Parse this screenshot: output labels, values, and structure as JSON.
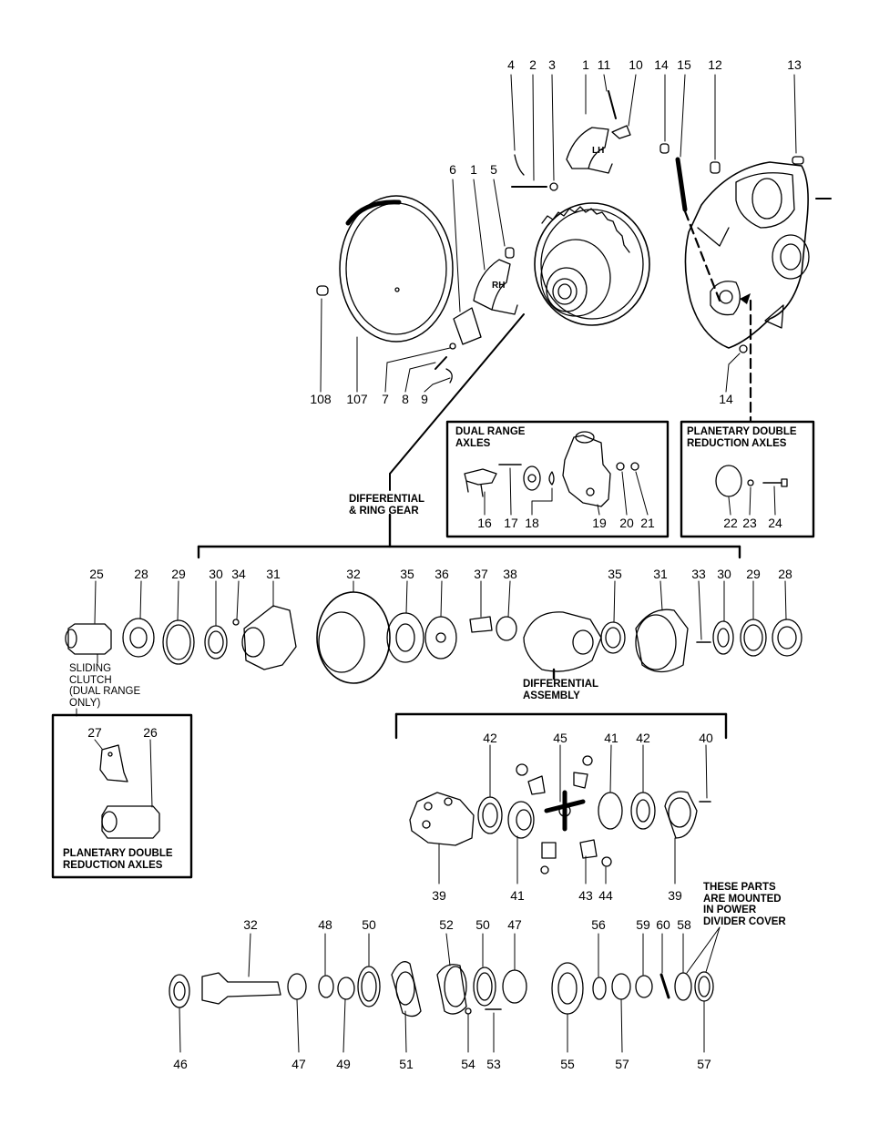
{
  "colors": {
    "ink": "#000000",
    "paper": "#ffffff"
  },
  "part_numbers": [
    "1",
    "2",
    "3",
    "4",
    "5",
    "6",
    "7",
    "8",
    "9",
    "10",
    "11",
    "12",
    "13",
    "14",
    "15",
    "16",
    "17",
    "18",
    "19",
    "20",
    "21",
    "22",
    "23",
    "24",
    "25",
    "26",
    "27",
    "28",
    "29",
    "30",
    "31",
    "32",
    "33",
    "34",
    "35",
    "36",
    "37",
    "38",
    "39",
    "40",
    "41",
    "42",
    "43",
    "44",
    "45",
    "46",
    "47",
    "48",
    "49",
    "50",
    "51",
    "52",
    "53",
    "54",
    "55",
    "56",
    "57",
    "58",
    "59",
    "60",
    "107",
    "108"
  ],
  "side_marks": {
    "left": "LH",
    "right": "RH"
  },
  "captions": {
    "dual_range_axles": "DUAL RANGE\nAXLES",
    "planetary_top": "PLANETARY DOUBLE\nREDUCTION AXLES",
    "differential_ring_gear": "DIFFERENTIAL\n& RING GEAR",
    "sliding_clutch": "SLIDING\nCLUTCH\n(DUAL RANGE\nONLY)",
    "differential_assembly": "DIFFERENTIAL\nASSEMBLY",
    "planetary_bottom": "PLANETARY DOUBLE\nREDUCTION AXLES",
    "power_divider_note": "THESE PARTS\nARE MOUNTED\nIN POWER\nDIVIDER COVER"
  }
}
